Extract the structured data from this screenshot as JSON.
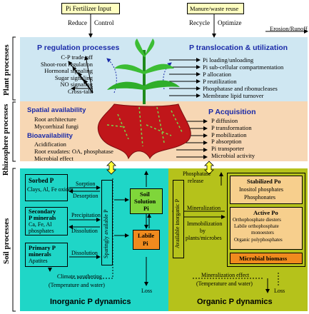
{
  "inputs": {
    "pi_fertilizer": "Pi Fertilizer Input",
    "manure": "Manure/waste reuse",
    "reduce": "Reduce",
    "control": "Control",
    "recycle": "Recycle",
    "optimize": "Optimize",
    "erosion": "Erosion/Runoff"
  },
  "side_labels": {
    "plant": "Plant processes",
    "rhizosphere": "Rhizosphere processes",
    "soil": "Soil processes"
  },
  "regulation": {
    "title": "P regulation processes",
    "items": [
      "C-P trade-off",
      "Shoot-root regulation",
      "Hormonal signaling",
      "Sugar signaling",
      "NO signaling",
      "Cross-talk"
    ]
  },
  "translocation": {
    "title": "P translocation & utilization",
    "items": [
      "Pi loading/unloading",
      "Pi sub-cellular compartmentation",
      "P allocation",
      "P reutilization",
      "Phosphatase and ribonucleases",
      "Membrane lipid turnover"
    ]
  },
  "spatial": {
    "title": "Spatial availability",
    "items": [
      "Root architecture",
      "Mycorrhizal fungi"
    ]
  },
  "bioavailability": {
    "title": "Bioavailability",
    "items": [
      "Acidification",
      "Root exudates: OA, phosphatase",
      "Microbial effect"
    ]
  },
  "acquisition": {
    "title": "P Acquisition",
    "items": [
      "P diffusion",
      "P transformation",
      "P mobilization",
      "P absorption",
      "Pi transporter",
      "Microbial activity"
    ]
  },
  "inorganic": {
    "sorbed_title": "Sorbed P",
    "sorbed_sub": "Clays, Al, Fe oxides",
    "secondary_title1": "Secondary",
    "secondary_title2": "P minerals",
    "secondary_sub1": "Ca, Fe, Al",
    "secondary_sub2": "phosphates",
    "primary_title1": "Primary P",
    "primary_title2": "minerals",
    "primary_sub": "Apatites",
    "sorption": "Sorption",
    "desorption": "Desorption",
    "precipitation": "Precipitation",
    "dissolution1": "Dissolution",
    "dissolution2": "Dissolution",
    "sparingly": "Sparingly available P",
    "soil_solution1": "Soil",
    "soil_solution2": "Solution",
    "soil_solution3": "Pi",
    "labile1": "Labile",
    "labile2": "Pi",
    "climate": "Climate weathering",
    "climate_sub": "(Temperature and water)",
    "loss": "Loss",
    "title": "Inorganic P dynamics"
  },
  "organic": {
    "phosphatase1": "Phosphatase",
    "phosphatase2": "release",
    "available": "Available inorganic P",
    "mineralization": "Mineralization",
    "immobilization1": "Immobilization",
    "immobilization2": "by",
    "immobilization3": "plants/microbes",
    "stabilized_title": "Stabilized Po",
    "stabilized_items": [
      "Inositol phosphates",
      "Phosphonates"
    ],
    "active_title": "Active Po",
    "active_items": [
      "Orthophosphate diesters",
      "Labile orthophosphate",
      "monoesters",
      "Organic polyphosphates"
    ],
    "microbial": "Microbial biomass",
    "mineralization_effect": "Mineralization effect",
    "mineralization_sub": "(Temperature and water)",
    "loss": "Loss",
    "title": "Organic P dynamics"
  },
  "colors": {
    "plant_bg": "#cfe7f2",
    "rhizo_bg": "#f7d7b4",
    "inorganic_bg": "#1fd6c7",
    "organic_bg": "#b5c21b",
    "blue_text": "#1a2aa8",
    "input_box": "#ffffc0",
    "green_box": "#7fd63a",
    "orange_box": "#f08a1e",
    "stabilized_bg": "#f7cf8d"
  }
}
